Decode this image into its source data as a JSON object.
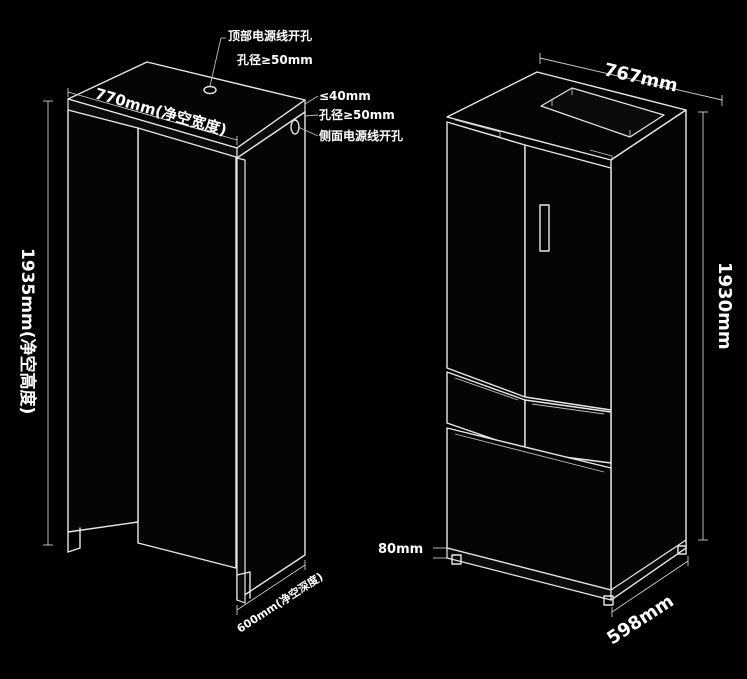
{
  "cabinet": {
    "top_hole_label": "顶部电源线开孔",
    "top_hole_size": "孔径≥50mm",
    "side_gap": "≤40mm",
    "side_hole_size": "孔径≥50mm",
    "side_hole_label": "侧面电源线开孔",
    "net_width": "770mm(净空宽度)",
    "net_height": "1935mm(净空高度)",
    "net_depth": "600mm(净空深度)"
  },
  "fridge": {
    "width": "767mm",
    "height": "1930mm",
    "depth": "598mm",
    "base_height": "80mm"
  }
}
